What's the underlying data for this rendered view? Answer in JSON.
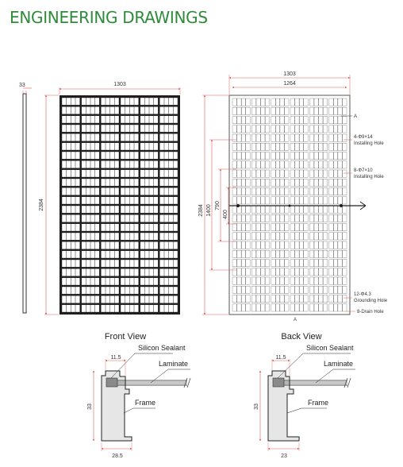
{
  "heading": "ENGINEERING DRAWINGS",
  "colors": {
    "heading": "#2e8b3a",
    "dimension": "#e05a5a",
    "panel": "#1e1e1e"
  },
  "dimensions": {
    "side_thickness": "33",
    "front_width": "1303",
    "front_height": "2384",
    "back_width": "1303",
    "back_inner_width": "1264",
    "back_height": "2384",
    "back_1400": "1400",
    "back_790": "790",
    "back_400": "400"
  },
  "callouts": {
    "section_marker": "A",
    "installing_holes_spec": "4-Φ9×14",
    "installing_holes_name": "Installing Hole",
    "installing_holes2_spec": "8-Φ7×10",
    "installing_holes2_name": "Installing Hole",
    "grounding_holes_spec": "12-Φ4.3",
    "grounding_holes_name": "Grounding Hole",
    "drain_holes": "8-Drain Hole",
    "bottom_marker": "A"
  },
  "front_view": {
    "title": "Front View",
    "sealant": "Silicon Sealant",
    "laminate": "Laminate",
    "frame": "Frame",
    "lip_width": "11.5",
    "height": "33",
    "base_width": "28.5"
  },
  "back_view": {
    "title": "Back View",
    "sealant": "Silicon Sealant",
    "laminate": "Laminate",
    "frame": "Frame",
    "lip_width": "11.5",
    "height": "33",
    "base_width": "23"
  }
}
